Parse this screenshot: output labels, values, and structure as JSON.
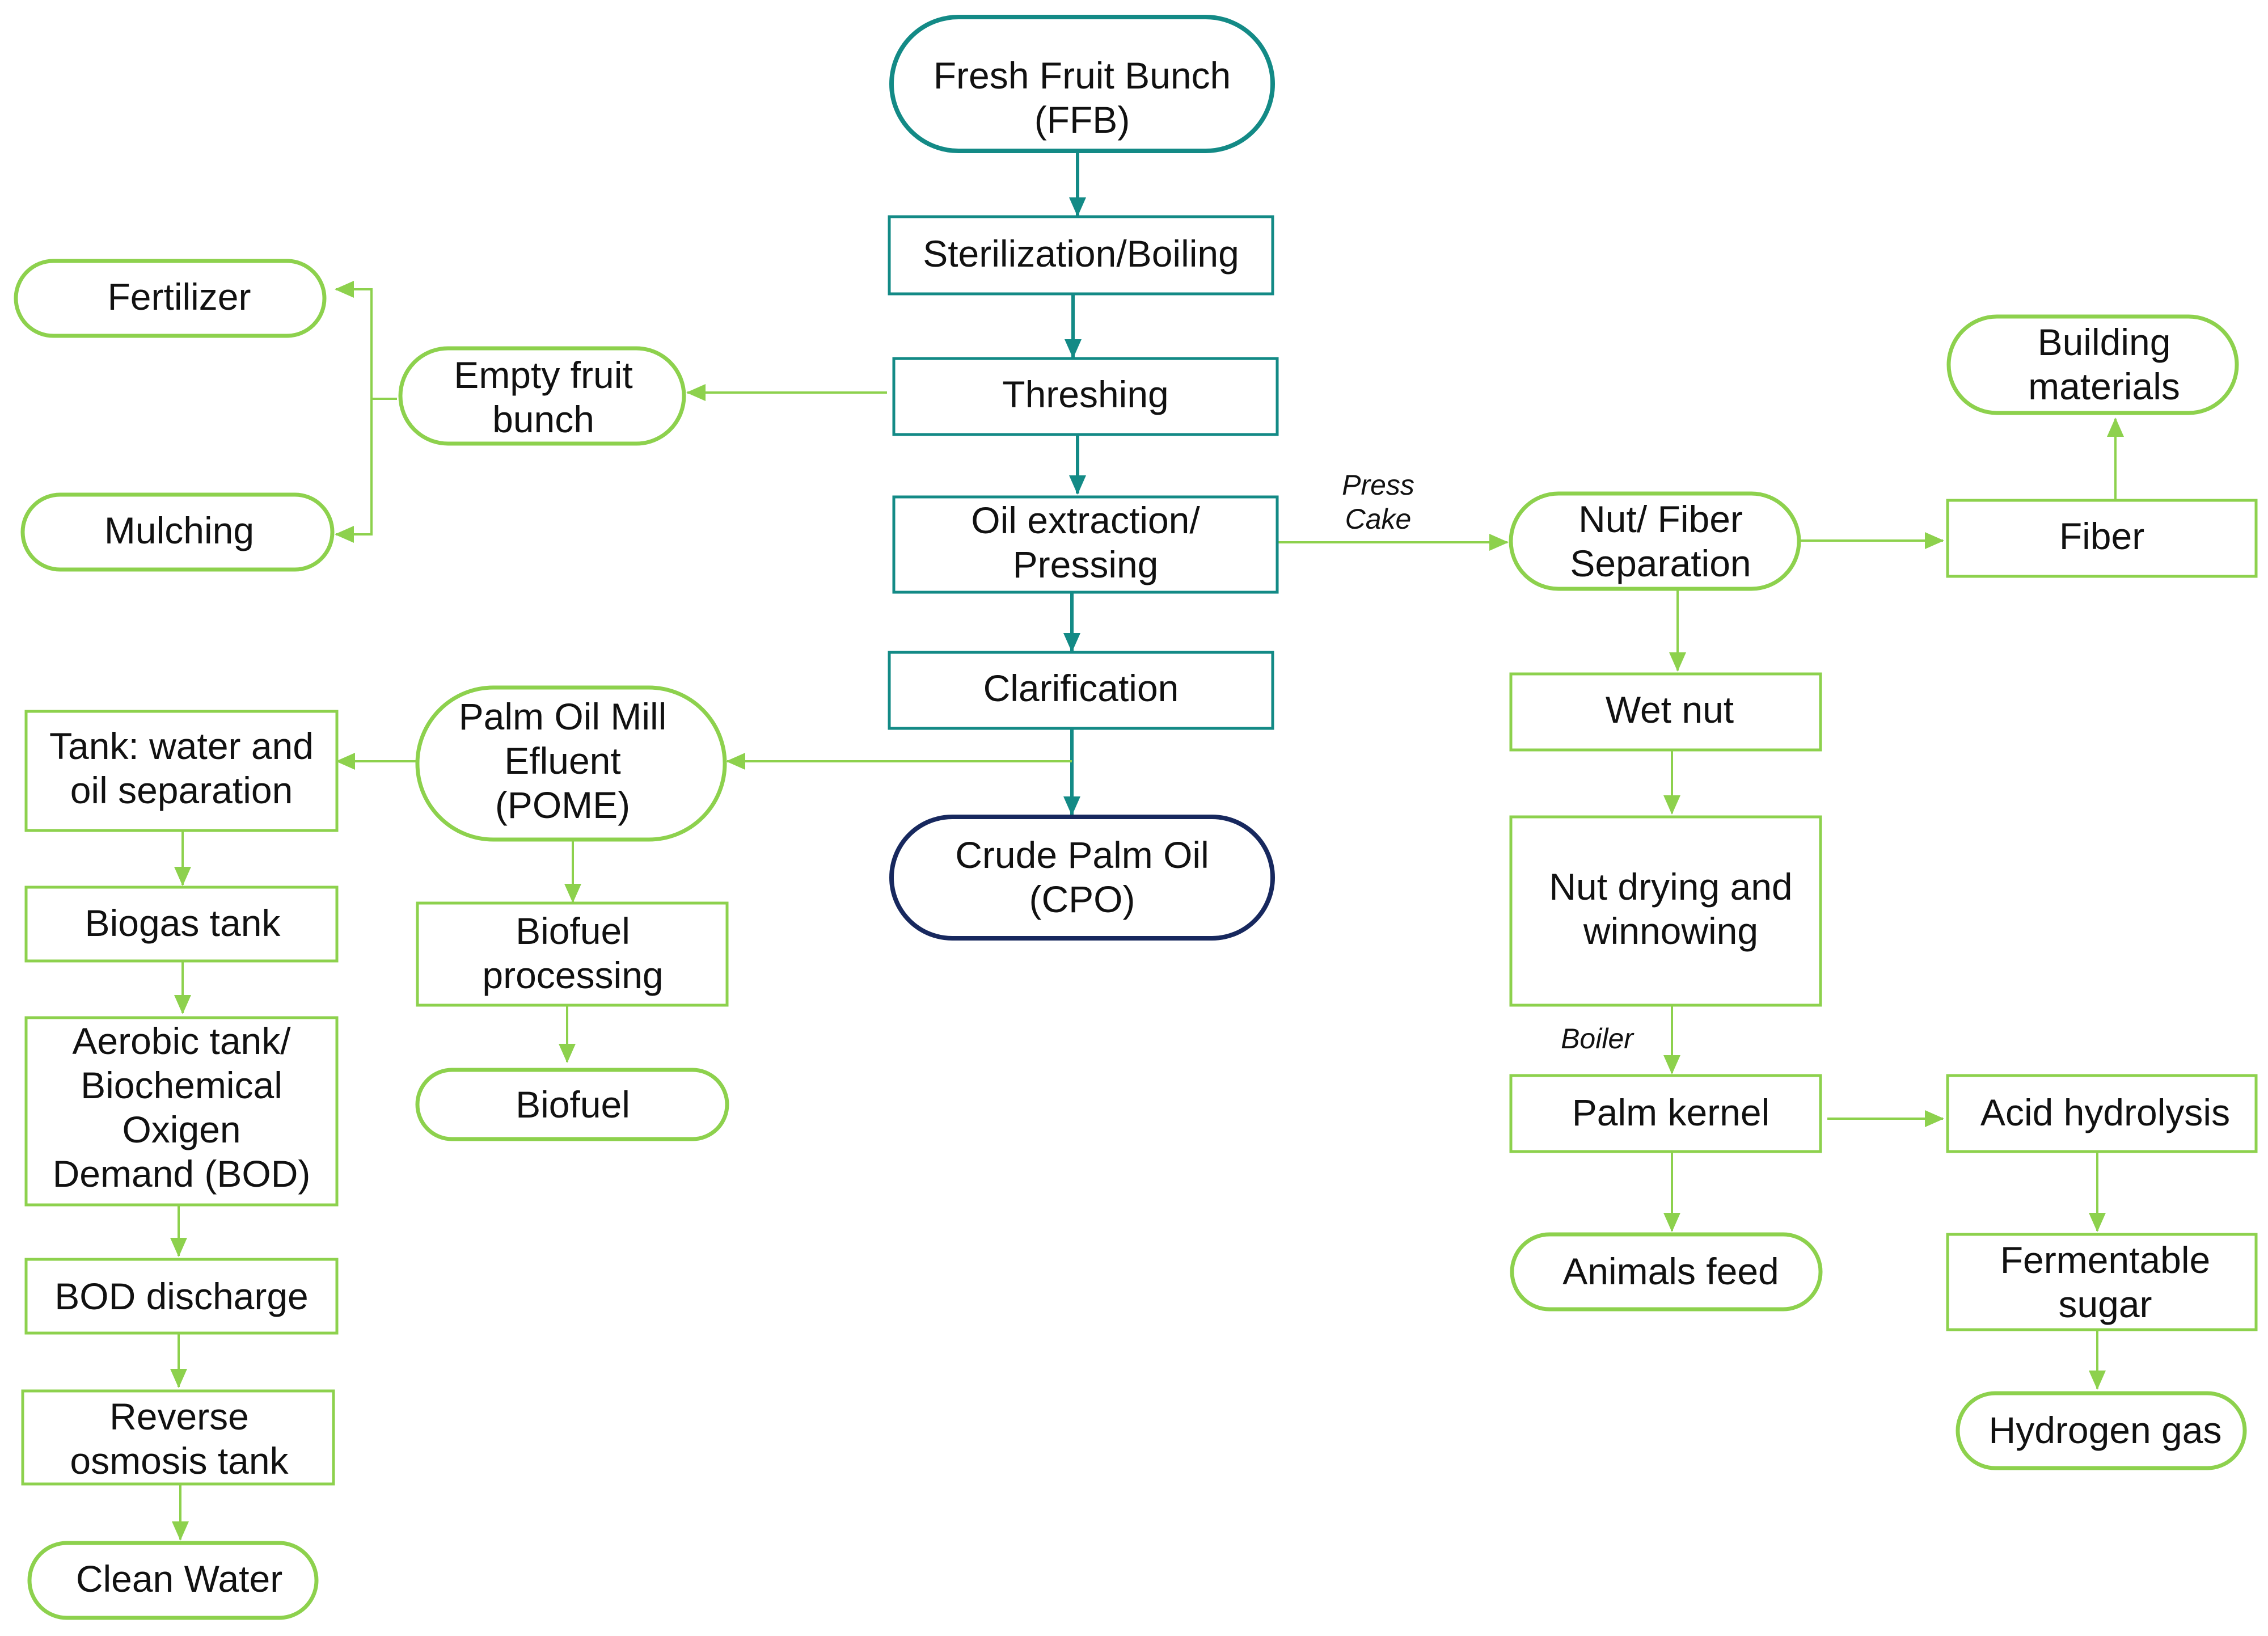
{
  "colors": {
    "teal": "#138A86",
    "navy": "#17285E",
    "green": "#8DD14D",
    "text": "#111111",
    "background": "#ffffff"
  },
  "nodes": {
    "ffb": {
      "lines": [
        "Fresh Fruit Bunch",
        "(FFB)"
      ]
    },
    "sterilization": {
      "lines": [
        "Sterilization/Boiling"
      ]
    },
    "threshing": {
      "lines": [
        "Threshing"
      ]
    },
    "oil_extraction": {
      "lines": [
        "Oil extraction/",
        "Pressing"
      ]
    },
    "clarification": {
      "lines": [
        "Clarification"
      ]
    },
    "cpo": {
      "lines": [
        "Crude Palm Oil",
        "(CPO)"
      ]
    },
    "fertilizer": {
      "lines": [
        "Fertilizer"
      ]
    },
    "efb": {
      "lines": [
        "Empty fruit",
        "bunch"
      ]
    },
    "mulching": {
      "lines": [
        "Mulching"
      ]
    },
    "tank_water_oil": {
      "lines": [
        "Tank: water and",
        "oil separation"
      ]
    },
    "pome": {
      "lines": [
        "Palm Oil Mill",
        "Efluent",
        "(POME)"
      ]
    },
    "biogas_tank": {
      "lines": [
        "Biogas tank"
      ]
    },
    "biofuel_processing": {
      "lines": [
        "Biofuel",
        "processing"
      ]
    },
    "aerobic_tank": {
      "lines": [
        "Aerobic tank/",
        "Biochemical",
        "Oxigen",
        "Demand (BOD)"
      ]
    },
    "biofuel": {
      "lines": [
        "Biofuel"
      ]
    },
    "bod_discharge": {
      "lines": [
        "BOD discharge"
      ]
    },
    "reverse_osmosis": {
      "lines": [
        "Reverse",
        "osmosis tank"
      ]
    },
    "clean_water": {
      "lines": [
        "Clean Water"
      ]
    },
    "nut_fiber": {
      "lines": [
        "Nut/ Fiber",
        "Separation"
      ]
    },
    "fiber": {
      "lines": [
        "Fiber"
      ]
    },
    "building_materials": {
      "lines": [
        "Building",
        "materials"
      ]
    },
    "wet_nut": {
      "lines": [
        "Wet nut"
      ]
    },
    "nut_drying": {
      "lines": [
        "Nut drying and",
        "winnowing"
      ]
    },
    "palm_kernel": {
      "lines": [
        "Palm kernel"
      ]
    },
    "acid_hydrolysis": {
      "lines": [
        "Acid hydrolysis"
      ]
    },
    "animals_feed": {
      "lines": [
        "Animals feed"
      ]
    },
    "fermentable_sugar": {
      "lines": [
        "Fermentable",
        "sugar"
      ]
    },
    "hydrogen_gas": {
      "lines": [
        "Hydrogen gas"
      ]
    }
  },
  "edge_labels": {
    "press_cake": [
      "Press",
      "Cake"
    ],
    "boiler": [
      "Boiler"
    ]
  }
}
